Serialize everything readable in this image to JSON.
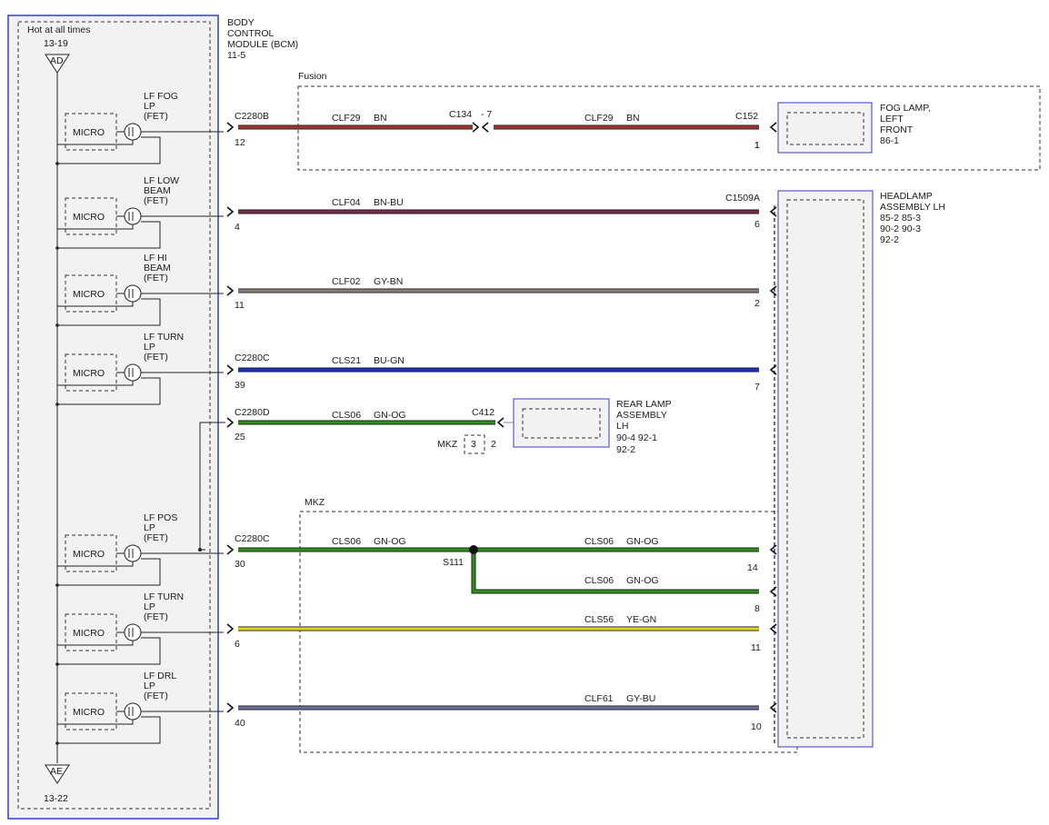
{
  "bcm": {
    "power_label": "Hot at all times",
    "top_ref": "13-19",
    "top_tag": "AD",
    "bottom_tag": "AE",
    "bottom_ref": "13-22",
    "title": [
      "BODY",
      "CONTROL",
      "MODULE (BCM)",
      "11-5"
    ],
    "micro_label": "MICRO",
    "drivers": [
      [
        "LF FOG",
        "LP",
        "(FET)"
      ],
      [
        "LF LOW",
        "BEAM",
        "(FET)"
      ],
      [
        "LF HI",
        "BEAM",
        "(FET)"
      ],
      [
        "LF TURN",
        "LP",
        "(FET)"
      ],
      [
        "LF POS",
        "LP",
        "(FET)"
      ],
      [
        "LF TURN",
        "LP",
        "(FET)"
      ],
      [
        "LF DRL",
        "LP",
        "(FET)"
      ]
    ]
  },
  "regions": {
    "fusion_label": "Fusion",
    "mkz_label": "MKZ"
  },
  "connectors": {
    "c2280b": "C2280B",
    "c2280c_top": "C2280C",
    "c2280d": "C2280D",
    "c2280c_bottom": "C2280C",
    "c134": "C134",
    "c134_pin": "- 7",
    "c152": "C152",
    "c1509a": "C1509A",
    "c412": "C412",
    "s111": "S111",
    "mkz_tag": "MKZ",
    "mkz_pin_box": "3",
    "mkz_pin": "2"
  },
  "wires": [
    {
      "circuit": "CLF29",
      "color": "BN",
      "left_pin": "12",
      "right_pin": "1"
    },
    {
      "circuit": "CLF04",
      "color": "BN-BU",
      "left_pin": "4",
      "right_pin": "6"
    },
    {
      "circuit": "CLF02",
      "color": "GY-BN",
      "left_pin": "11",
      "right_pin": "2"
    },
    {
      "circuit": "CLS21",
      "color": "BU-GN",
      "left_pin": "39",
      "right_pin": "7"
    },
    {
      "circuit": "CLS06",
      "color": "GN-OG",
      "left_pin": "25",
      "right_pin": ""
    },
    {
      "circuit": "CLS06",
      "color": "GN-OG",
      "left_pin": "30",
      "right_pin": "14"
    },
    {
      "circuit": "CLS06",
      "color": "GN-OG",
      "left_pin": "",
      "right_pin": "8"
    },
    {
      "circuit": "CLS56",
      "color": "YE-GN",
      "left_pin": "6",
      "right_pin": "11"
    },
    {
      "circuit": "CLF61",
      "color": "GY-BU",
      "left_pin": "40",
      "right_pin": "10"
    }
  ],
  "wire_after_c134": {
    "circuit": "CLF29",
    "color": "BN"
  },
  "wire_after_s111": {
    "circuit": "CLS06",
    "color": "GN-OG"
  },
  "components": {
    "fog_lamp": [
      "FOG LAMP,",
      "LEFT",
      "FRONT",
      "86-1"
    ],
    "headlamp": [
      "HEADLAMP",
      "ASSEMBLY LH",
      "85-2   85-3",
      "90-2   90-3",
      "92-2"
    ],
    "rear_lamp": [
      "REAR LAMP",
      "ASSEMBLY",
      "LH",
      "90-4   92-1",
      "92-2"
    ]
  },
  "wire_colors": {
    "BN": "#a0342a",
    "BN-BU": "#7a2a4a",
    "GY-BN": "#8c7c78",
    "BU-GN": "#1f2fbf",
    "GN-OG": "#2e8b1e",
    "YE-GN": "#d8d818",
    "GY-BU": "#6c6f9a",
    "module_border": "#2a3fd8"
  }
}
